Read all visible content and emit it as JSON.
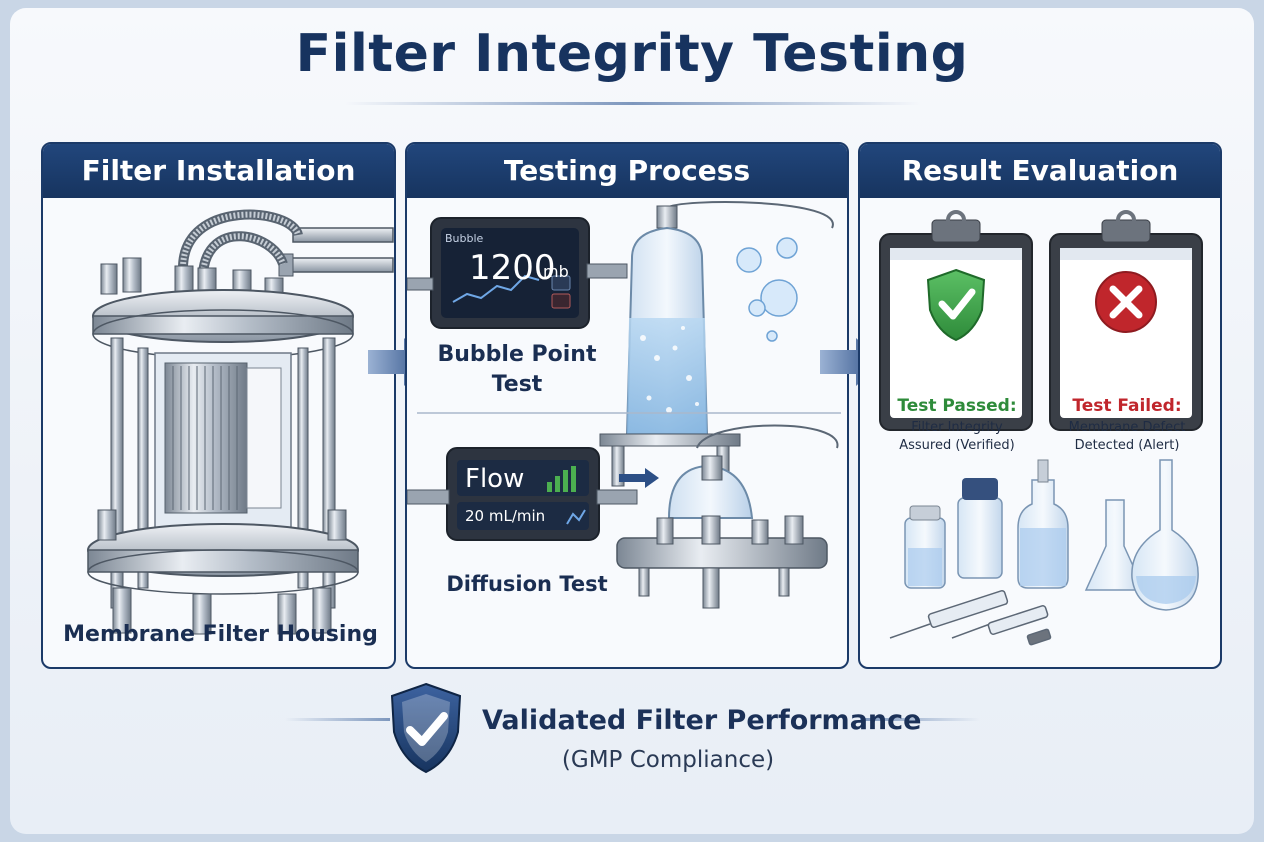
{
  "title": "Filter Integrity Testing",
  "panels": {
    "installation": {
      "header": "Filter Installation",
      "caption": "Membrane Filter Housing"
    },
    "testing": {
      "header": "Testing Process",
      "bubble": {
        "caption": "Bubble Point Test",
        "device_label": "Bubble",
        "value": "1200",
        "unit": "mb"
      },
      "diffusion": {
        "caption": "Diffusion Test",
        "device_label": "Flow",
        "value": "20 mL/min"
      }
    },
    "evaluation": {
      "header": "Result Evaluation",
      "passed": {
        "title": "Test Passed:",
        "line1": "Filter Integrity",
        "line2": "Assured (Verified)"
      },
      "failed": {
        "title": "Test Failed:",
        "line1": "Membrane Defect",
        "line2": "Detected (Alert)"
      }
    }
  },
  "footer": {
    "title": "Validated Filter Performance",
    "subtitle": "(GMP Compliance)"
  },
  "icons": {
    "shield": "shield-check-icon",
    "check": "checkmark-icon",
    "cross": "cross-icon",
    "arrow": "arrow-right-icon"
  },
  "colors": {
    "navy": "#17345f",
    "pass_green": "#2e8b3a",
    "fail_red": "#c0262c"
  }
}
